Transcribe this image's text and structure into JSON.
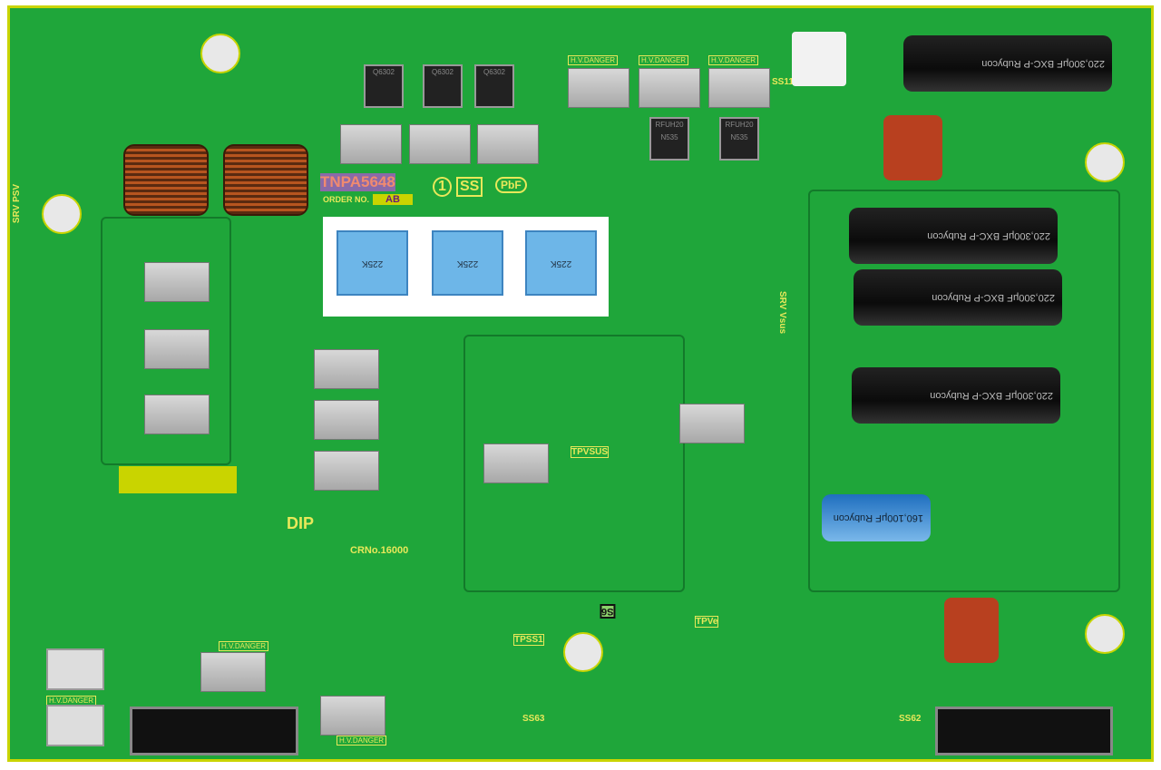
{
  "board": {
    "part_number": "TNPA5648",
    "order_label": "ORDER NO.",
    "order_code": "AB",
    "rev_mark": "1",
    "ss_mark": "SS",
    "pbf_mark": "PbF",
    "dip_label": "DIP",
    "cr_number": "CRNo.16000",
    "ss6_label": "S6",
    "colors": {
      "pcb": "#1fa63a",
      "silkscreen": "#e8e85a",
      "border": "#c9d400"
    }
  },
  "labels": {
    "tpvsus": "TPVSUS",
    "tpss1": "TPSS1",
    "tpve": "TPVe",
    "ss11": "SS11",
    "ss62": "SS62",
    "ss63": "SS63",
    "srv_psv": "SRV PSV",
    "srv_vsus": "SRV Vsus",
    "hv_danger": "H.V.DANGER"
  },
  "capacitors": {
    "film": "225K",
    "electrolytic_big": "220,300μF BXC-P Rubycon",
    "electrolytic_blue": "160,100μF Rubycon"
  },
  "fets": {
    "top": "Q6302",
    "mid": "RFUH20 N535"
  }
}
